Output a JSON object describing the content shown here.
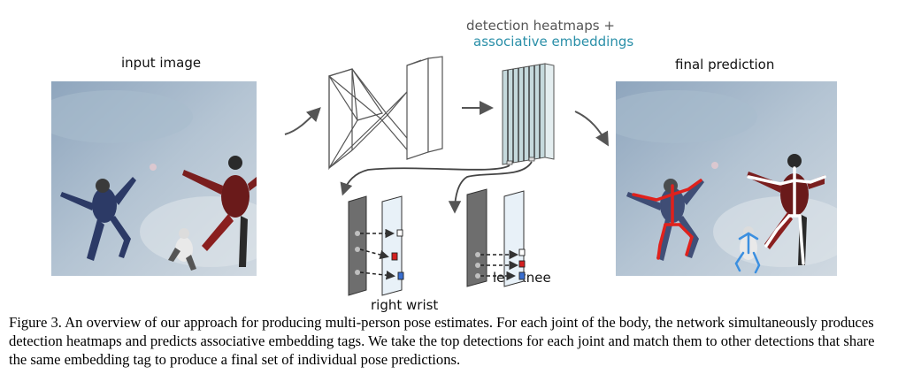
{
  "figure": {
    "input_label": "input image",
    "output_label": "final prediction",
    "heatmaps_label": "detection heatmaps +",
    "embeddings_label": "associative embeddings",
    "right_wrist_label": "right wrist",
    "left_knee_label": "left knee",
    "colors": {
      "sky": "#9fb4c8",
      "red_person": "#e0211c",
      "white_person": "#ffffff",
      "blue_person": "#3b8fe0",
      "teal_text": "#2a8fa8",
      "tag_red": "#d42020",
      "tag_blue": "#3a6fd0"
    }
  },
  "caption": "Figure 3. An overview of our approach for producing multi-person pose estimates. For each joint of the body, the network simultaneously produces detection heatmaps and predicts associative embedding tags. We take the top detections for each joint and match them to other detections that share the same embedding tag to produce a final set of individual pose predictions."
}
